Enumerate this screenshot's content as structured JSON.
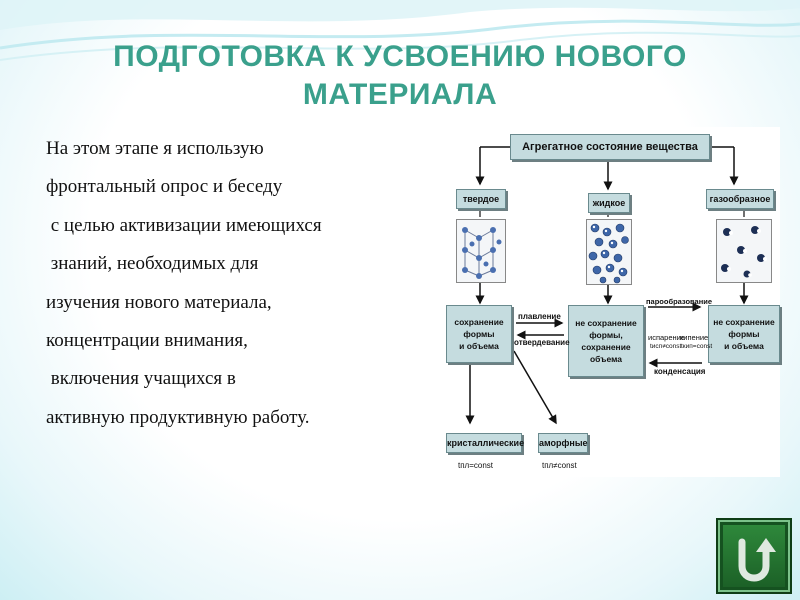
{
  "slide": {
    "title_line1": "ПОДГОТОВКА К УСВОЕНИЮ НОВОГО",
    "title_line2": "МАТЕРИАЛА",
    "body_lines": [
      "На этом этапе я использую",
      "фронтальный опрос и беседу",
      " с целью активизации имеющихся",
      " знаний, необходимых для",
      "изучения нового материала,",
      "концентрации внимания,",
      " включения учащихся в",
      "активную продуктивную работу."
    ]
  },
  "diagram": {
    "top": "Агрегатное состояние вещества",
    "solid": "твердое",
    "liquid": "жидкое",
    "gas": "газообразное",
    "solid_prop": [
      "сохранение",
      "формы",
      "и объема"
    ],
    "liquid_prop": [
      "не сохранение",
      "формы,",
      "сохранение",
      "объема"
    ],
    "gas_prop": [
      "не сохранение",
      "формы",
      "и объема"
    ],
    "melting": "плавление",
    "solidification": "отвердевание",
    "vaporization": "парообразование",
    "evaporation": "испарение",
    "boiling": "кипение",
    "t_evap": "tисп≠const",
    "t_boil": "tкип=const",
    "condensation": "конденсация",
    "crystalline": "кристаллические",
    "amorphous": "аморфные",
    "t_crystal": "tпл=const",
    "t_amorph": "tпл≠const"
  },
  "nav": {
    "icon": "return-arrow-icon",
    "color": "#2f8a3c"
  }
}
